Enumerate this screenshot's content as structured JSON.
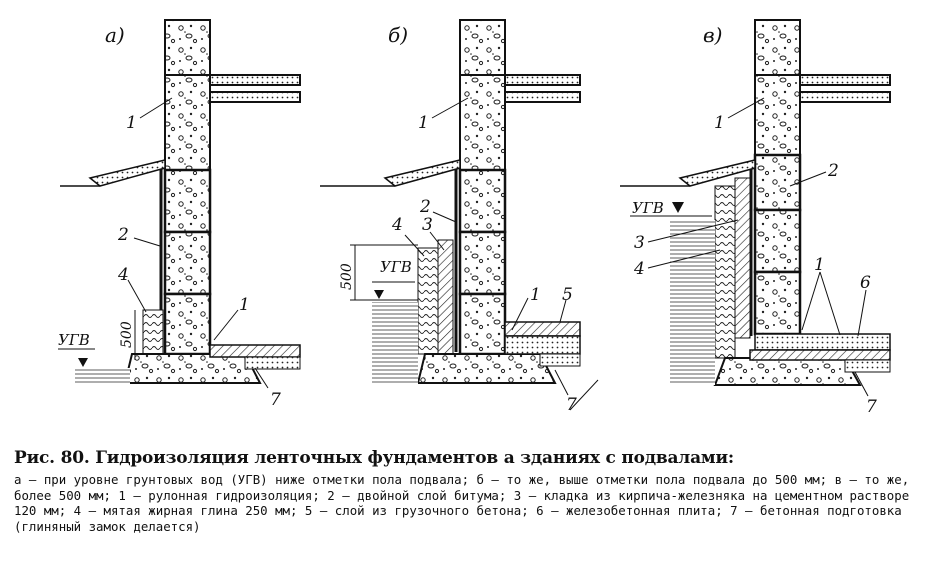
{
  "figure": {
    "panels": [
      {
        "id": "a",
        "label": "а)"
      },
      {
        "id": "b",
        "label": "б)"
      },
      {
        "id": "v",
        "label": "в)"
      }
    ],
    "callouts": {
      "a": [
        "1",
        "2",
        "4",
        "1",
        "7"
      ],
      "b": [
        "1",
        "2",
        "3",
        "4",
        "1",
        "5",
        "7"
      ],
      "v": [
        "1",
        "2",
        "3",
        "4",
        "1",
        "6",
        "7"
      ]
    },
    "groundwater_label": "УГВ",
    "dimension_label": "500"
  },
  "caption": {
    "title": "Рис. 80. Гидроизоляция ленточных фундаментов а зданиях с подвалами:",
    "body": "а — при уровне грунтовых вод (УГВ) ниже отметки пола подвала; б — то же, выше отметки пола подвала до 500 мм; в — то же, более 500 мм; 1 — рулонная гидроизоляция; 2 — двойной слой битума; 3 — кладка из кирпича-железняка на цементном растворе 120 мм; 4 — мятая жирная глина 250 мм; 5 — слой из грузочного бетона; 6 — железобетонная плита; 7 — бетонная подготовка (глиняный замок делается)"
  }
}
